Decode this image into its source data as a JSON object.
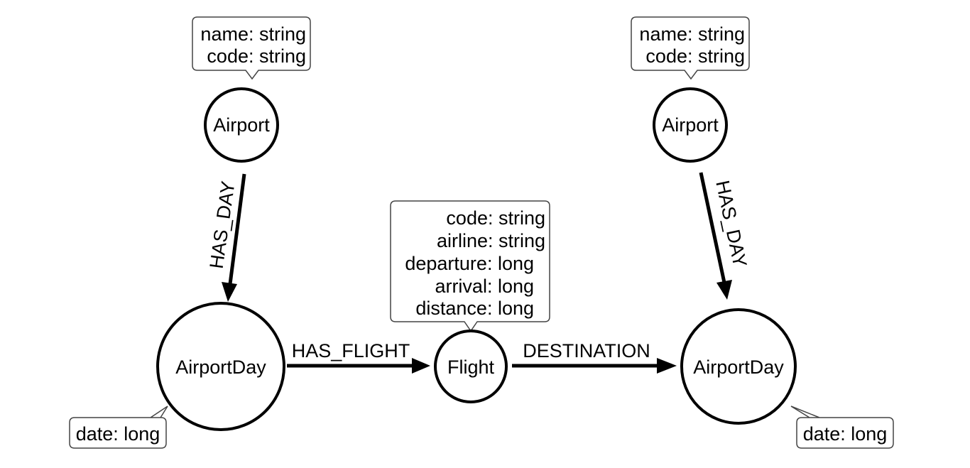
{
  "nodes": {
    "airport_left": {
      "label": "Airport",
      "properties": [
        "name: string",
        "code: string"
      ]
    },
    "airport_right": {
      "label": "Airport",
      "properties": [
        "name: string",
        "code: string"
      ]
    },
    "airportday_left": {
      "label": "AirportDay",
      "properties": [
        "date: long"
      ]
    },
    "flight": {
      "label": "Flight",
      "properties": [
        "code: string",
        "airline: string",
        "departure: long",
        "arrival: long",
        "distance: long"
      ]
    },
    "airportday_right": {
      "label": "AirportDay",
      "properties": [
        "date: long"
      ]
    }
  },
  "edges": {
    "has_day_left": {
      "label": "HAS_DAY"
    },
    "has_day_right": {
      "label": "HAS_DAY"
    },
    "has_flight": {
      "label": "HAS_FLIGHT"
    },
    "destination": {
      "label": "DESTINATION"
    }
  },
  "colors": {
    "stroke": "#000000",
    "callout_border": "#444444",
    "background": "#ffffff"
  }
}
